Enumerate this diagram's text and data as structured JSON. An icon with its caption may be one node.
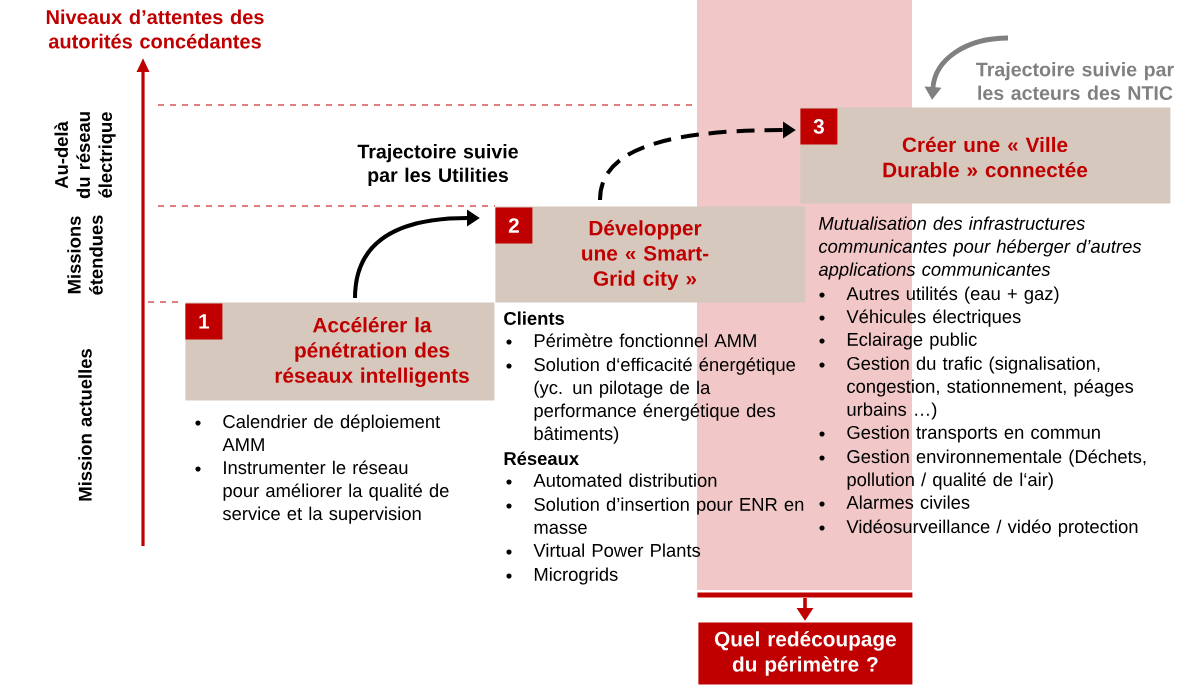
{
  "diagram": {
    "nodes": [
      {
        "text": [
          "1",
          "Accélérer la pénétration des réseaux intelligents"
        ],
        "beside": [
          "Calendrier de déploiement AMM",
          "Instrumenter le réseau pour améliorer la qualité de service et la supervision"
        ]
      },
      {
        "text": [
          "2",
          "Développer une « Smart-Grid city »"
        ],
        "beside": [
          "Clients",
          "Périmètre fonctionnel AMM",
          "Solution d‘efficacité énergétique (yc. un pilotage de la performance énergétique des bâtiments)",
          "Réseaux",
          "Automated distribution",
          "Solution d’insertion pour ENR en masse",
          "Virtual Power Plants",
          "Microgrids"
        ]
      },
      {
        "text": [
          "3",
          "Créer une « Ville Durable » connectée"
        ],
        "beside": [
          "Mutualisation des infrastructures communicantes pour héberger d’autres applications communicantes",
          "Autres utilités (eau + gaz)",
          "Véhicules électriques",
          "Eclairage public",
          "Gestion du trafic (signalisation, congestion, stationnement, péages urbains …)",
          "Gestion transports en commun",
          "Gestion environnementale (Déchets, pollution / qualité de l‘air)",
          "Alarmes civiles",
          "Vidéosurveillance / vidéo protection"
        ]
      },
      {
        "text": [],
        "shape": "bar"
      },
      {
        "text": [
          "Quel redécoupage du périmètre ?"
        ]
      }
    ],
    "edges": [
      {
        "from": 0,
        "to": 1,
        "arrow": "to"
      },
      {
        "from": 1,
        "to": 2,
        "arrow": "to",
        "style": "dashed"
      },
      {
        "from": null,
        "to": 2,
        "arrow": "to",
        "color": "#808080"
      },
      {
        "from": 3,
        "to": 4,
        "arrow": "to",
        "color": "#c00000"
      }
    ],
    "labels": [
      "Niveaux d’attentes des autorités concédantes",
      "Au-delà du réseau électrique",
      "Missions étendues",
      "Mission actuelles",
      "Trajectoire suivie par les Utilities",
      "Trajectoire suivie par les acteurs des NTIC"
    ]
  }
}
